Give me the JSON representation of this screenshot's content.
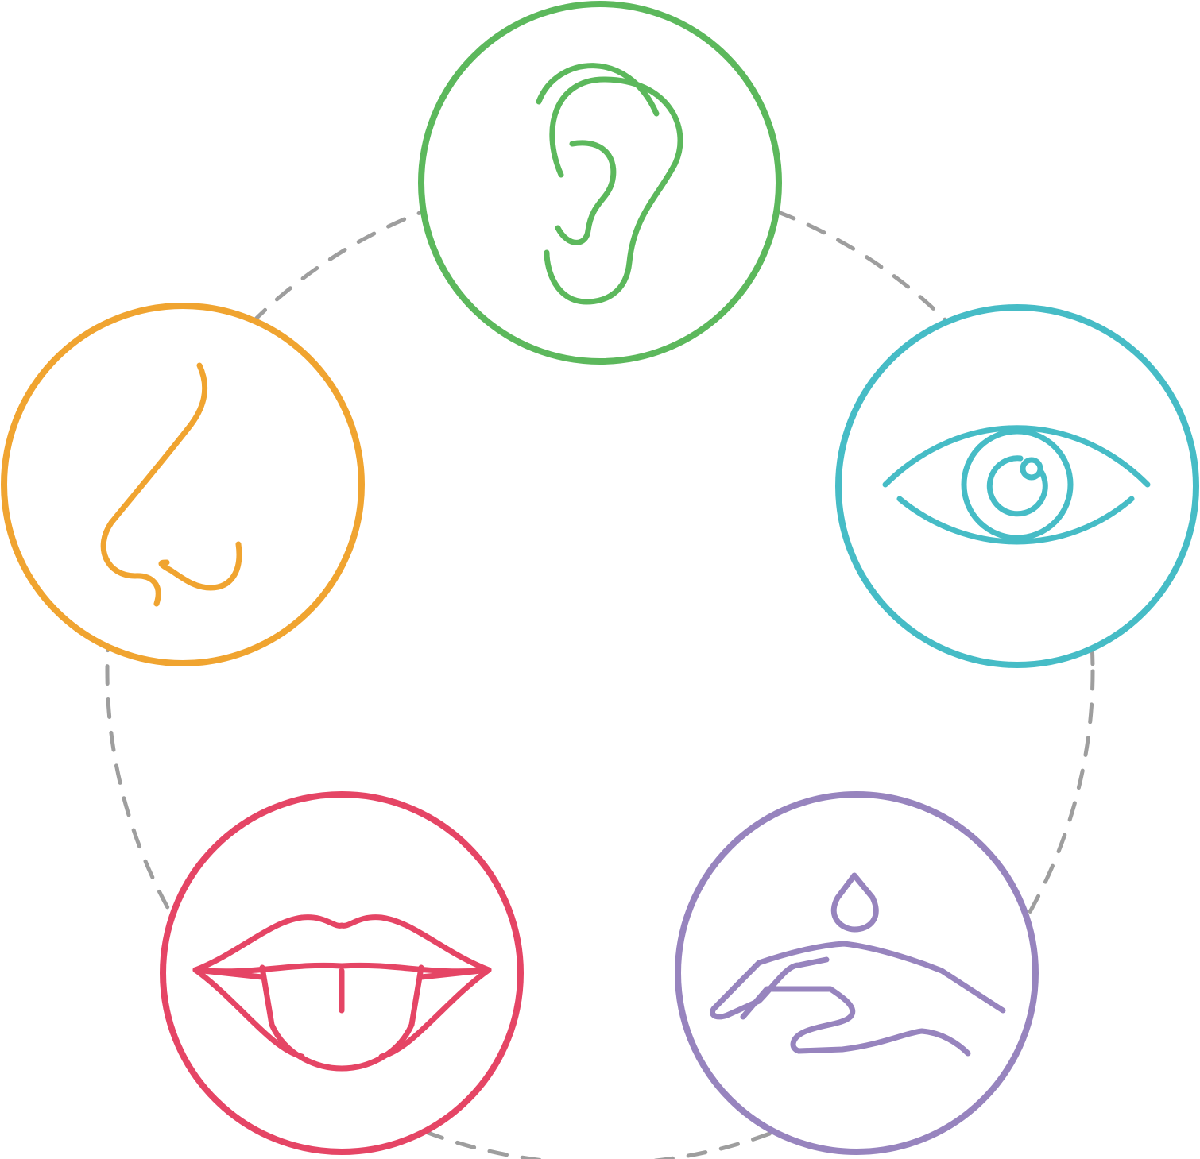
{
  "diagram": {
    "connector_color": "#9e9e9e",
    "senses": [
      {
        "id": "hearing",
        "icon": "ear-icon",
        "color": "#5cb85c"
      },
      {
        "id": "sight",
        "icon": "eye-icon",
        "color": "#46bcc6"
      },
      {
        "id": "touch",
        "icon": "hand-icon",
        "color": "#9784be"
      },
      {
        "id": "taste",
        "icon": "mouth-icon",
        "color": "#e54565"
      },
      {
        "id": "smell",
        "icon": "nose-icon",
        "color": "#f0a430"
      }
    ]
  }
}
